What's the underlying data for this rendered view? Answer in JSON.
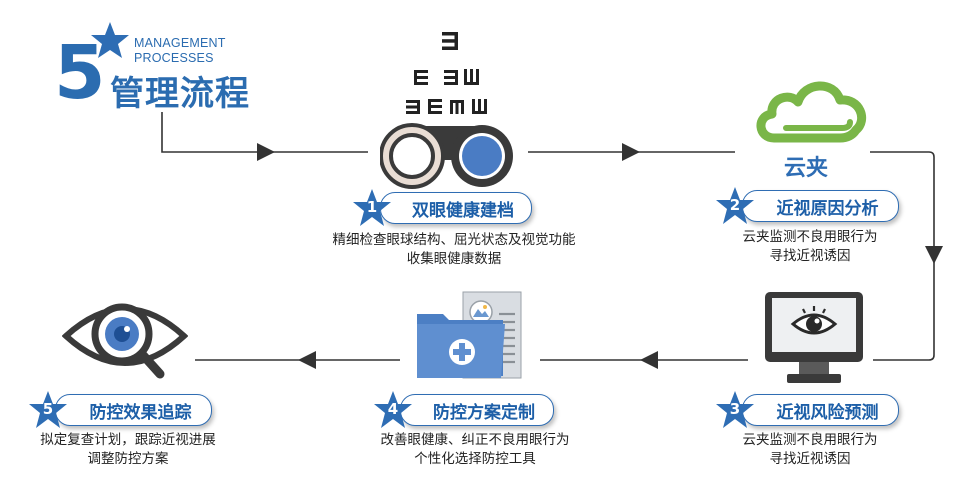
{
  "header": {
    "number": "5",
    "en_line1": "MANAGEMENT",
    "en_line2": "PROCESSES",
    "title": "管理流程"
  },
  "steps": [
    {
      "no": "1",
      "title": "双眼健康建档",
      "desc_line1": "精细检查眼球结构、屈光状态及视觉功能",
      "desc_line2": "收集眼健康数据"
    },
    {
      "no": "2",
      "title": "近视原因分析",
      "desc_line1": "云夹监测不良用眼行为",
      "desc_line2": "寻找近视诱因"
    },
    {
      "no": "3",
      "title": "近视风险预测",
      "desc_line1": "云夹监测不良用眼行为",
      "desc_line2": "寻找近视诱因"
    },
    {
      "no": "4",
      "title": "防控方案定制",
      "desc_line1": "改善眼健康、纠正不良用眼行为",
      "desc_line2": "个性化选择防控工具"
    },
    {
      "no": "5",
      "title": "防控效果追踪",
      "desc_line1": "拟定复查计划，跟踪近视进展",
      "desc_line2": "调整防控方案"
    }
  ],
  "cloud_label": "云夹",
  "icons": {
    "step1": "eye-chart-binocular-icon",
    "step2": "cloud-clip-icon",
    "step3": "monitor-eye-icon",
    "step4": "folder-medical-icon",
    "step5": "eye-magnifier-icon"
  },
  "colors": {
    "brand_blue": "#2e6db4",
    "green": "#7ab648",
    "line": "#333333"
  }
}
